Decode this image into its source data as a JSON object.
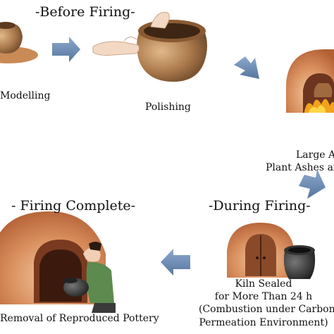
{
  "stages": {
    "before": "-Before Firing-",
    "during": "-During Firing-",
    "complete": "- Firing Complete-"
  },
  "steps": {
    "modelling": "Modelling",
    "polishing": "Polishing",
    "large_line1": "Large Ar",
    "large_line2": "Plant Ashes an",
    "kiln_line1": "Kiln Sealed",
    "kiln_line2": "for More Than 24 h",
    "kiln_line3": "(Combustion under Carbon",
    "kiln_line4": "Permeation Environment)",
    "removal": "Removal of Reproduced Pottery"
  },
  "colors": {
    "arrow": "#6e8fb8",
    "clay": "#a8794a",
    "kiln": "#c9794a",
    "fire": "#f2a21c"
  }
}
